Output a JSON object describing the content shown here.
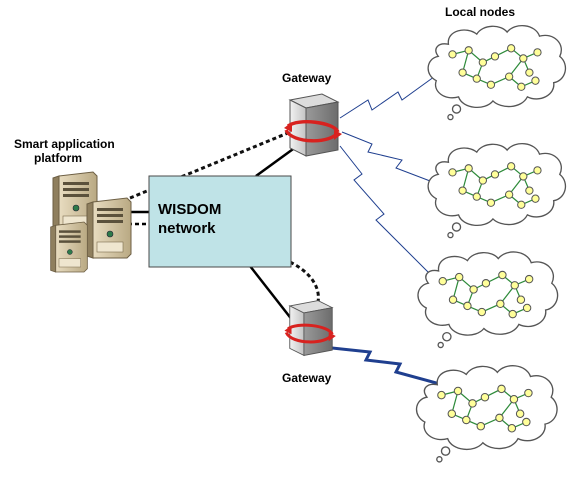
{
  "labels": {
    "local_nodes": "Local nodes",
    "gateway_top": "Gateway",
    "gateway_bottom": "Gateway",
    "platform_line1": "Smart application",
    "platform_line2": "platform",
    "network_line1": "WISDOM",
    "network_line2": "network"
  },
  "colors": {
    "network_fill": "#bfe3e7",
    "node_fill": "#ffff99",
    "edge_green": "#2e8b3a",
    "radio_link": "#1f3f8f",
    "gateway_arrow": "#d8221f"
  },
  "icons": [
    "server-icon",
    "gateway-icon",
    "cloud-icon",
    "radio-link-icon"
  ]
}
